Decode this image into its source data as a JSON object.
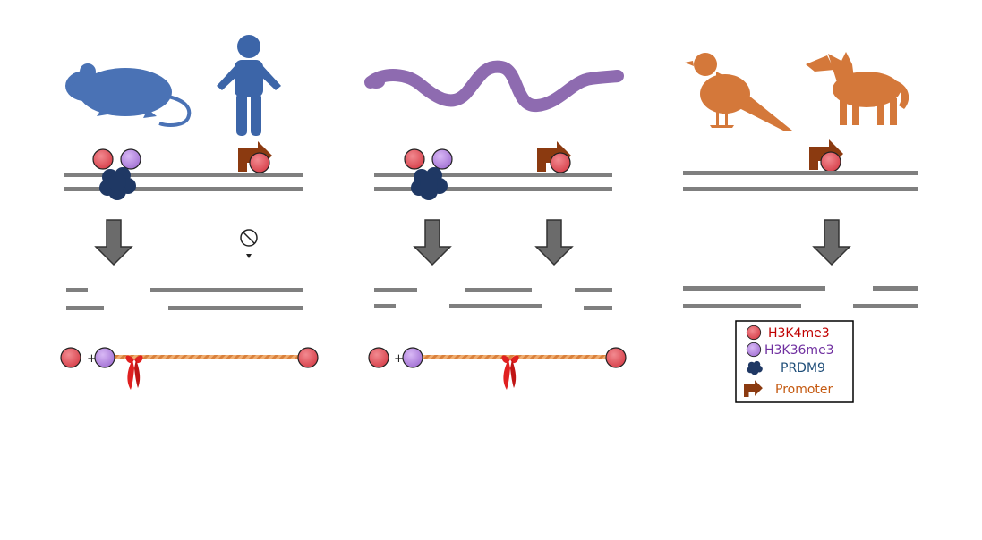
{
  "legend": {
    "items": [
      {
        "label": "H3K4me3",
        "color": "#c00000",
        "icon": "red-circle-icon"
      },
      {
        "label": "H3K36me3",
        "color": "#7030a0",
        "icon": "purple-circle-icon"
      },
      {
        "label": "PRDM9",
        "color": "#1f4e79",
        "icon": "prdm9-blob-icon"
      },
      {
        "label": "Promoter",
        "color": "#c55a11",
        "icon": "promoter-arrow-icon"
      }
    ]
  },
  "panels": [
    {
      "organisms": [
        "mouse-silhouette-icon",
        "human-silhouette-icon"
      ],
      "organism_color": "#3c65a8"
    },
    {
      "organisms": [
        "snake-silhouette-icon"
      ],
      "organism_color": "#8e6bb0"
    },
    {
      "organisms": [
        "bird-silhouette-icon",
        "dog-silhouette-icon"
      ],
      "organism_color": "#d4783a"
    }
  ],
  "colors": {
    "h3k4me3": "#e45a63",
    "h3k36me3": "#b68be0",
    "prdm9": "#1f3864",
    "promoter": "#8b3a10",
    "dna": "#7f7f7f",
    "arrow": "#6b6b6b",
    "rope": "#e89a5a",
    "ribbon": "#e02020"
  }
}
